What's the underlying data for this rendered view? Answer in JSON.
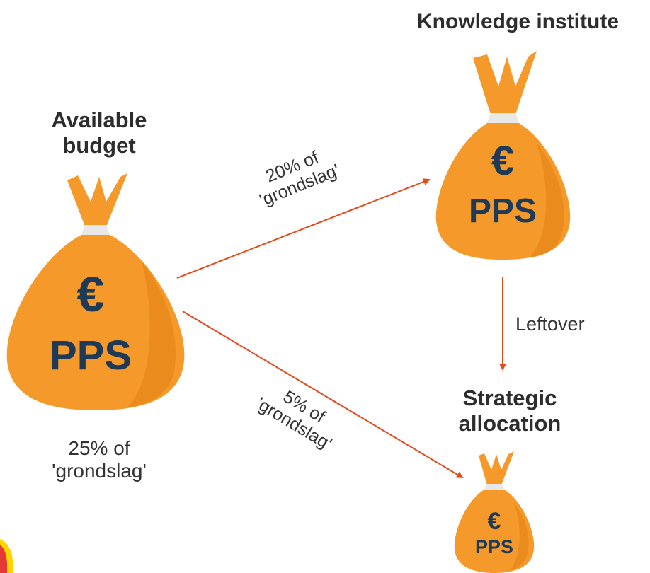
{
  "colors": {
    "bag_fill": "#f59a2a",
    "bag_shadow": "#e07f12",
    "bag_text": "#1f3a57",
    "tie": "#e8e8e8",
    "arrow": "#e64a19",
    "corner_badge": "#ffd400"
  },
  "bags": {
    "available": {
      "title": "Available budget",
      "currency": "€",
      "code": "PPS",
      "caption_line1": "25% of",
      "caption_line2": "'grondslag'"
    },
    "knowledge": {
      "title": "Knowledge institute",
      "currency": "€",
      "code": "PPS"
    },
    "strategic": {
      "title_line1": "Strategic",
      "title_line2": "allocation",
      "currency": "€",
      "code": "PPS"
    }
  },
  "arrows": {
    "to_knowledge_line1": "20% of",
    "to_knowledge_line2": "'grondslag'",
    "to_strategic_line1": "5% of",
    "to_strategic_line2": "'grondslag'",
    "leftover": "Leftover"
  }
}
